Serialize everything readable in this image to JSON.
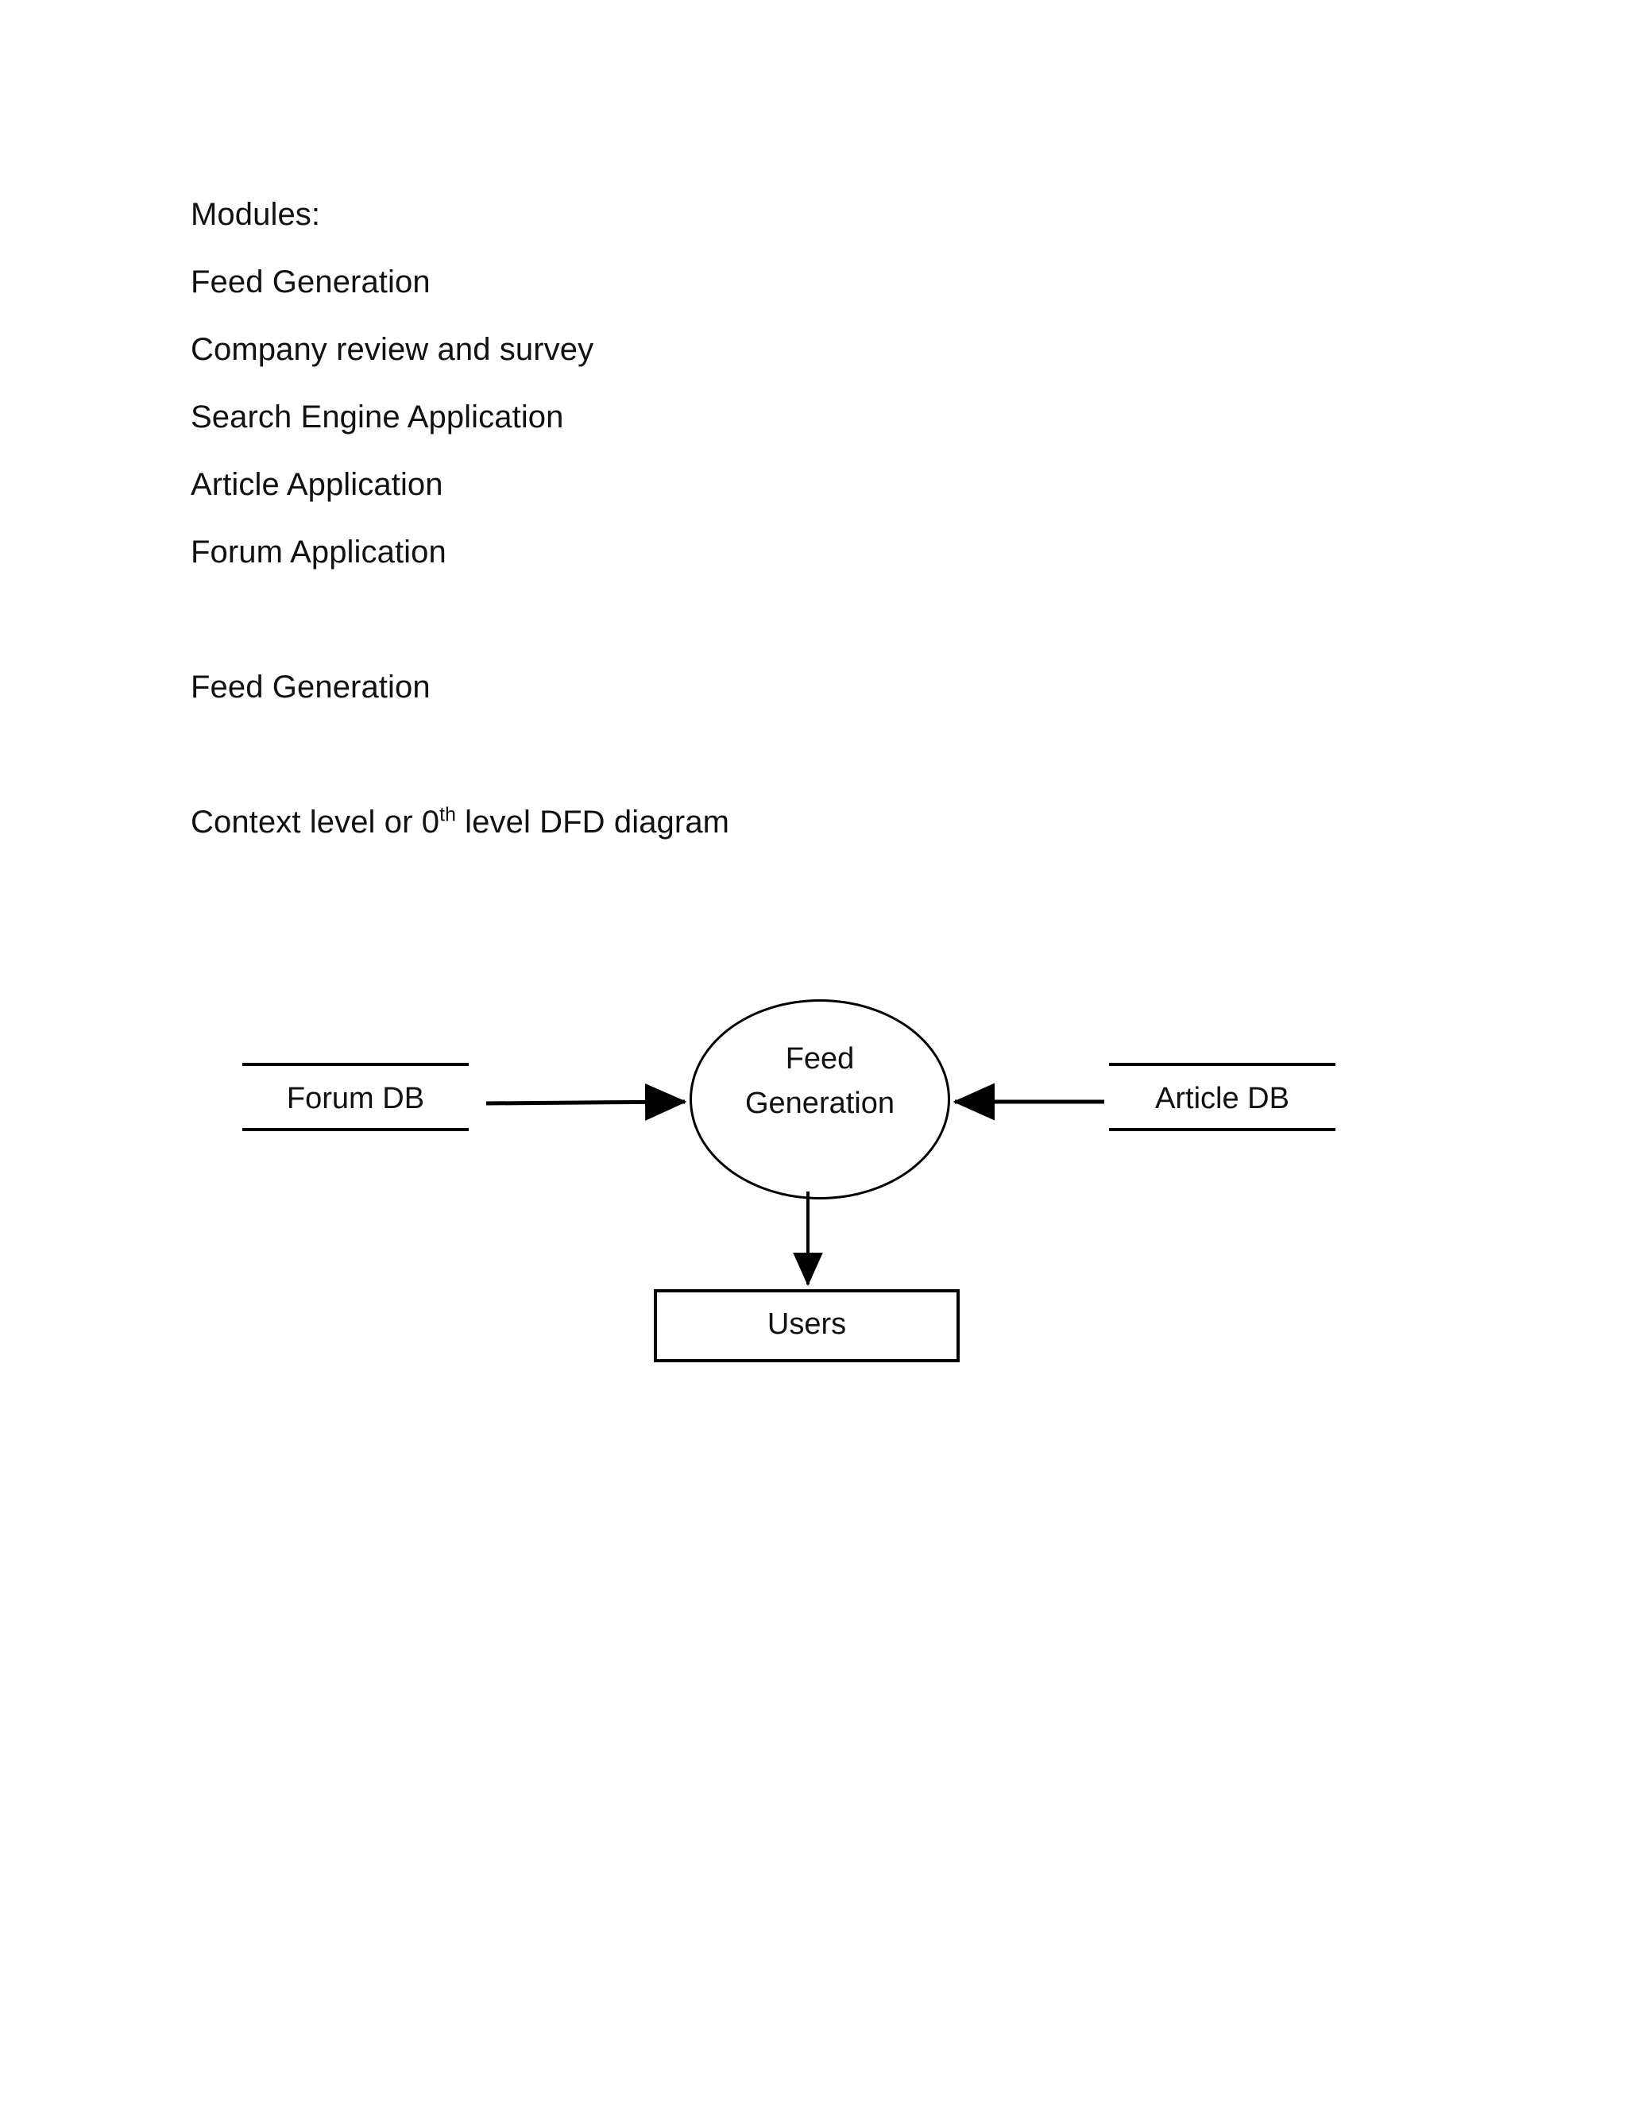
{
  "document": {
    "lines": [
      {
        "text": "Modules:",
        "blank": false
      },
      {
        "text": "Feed Generation",
        "blank": false
      },
      {
        "text": "Company review and survey",
        "blank": false
      },
      {
        "text": "Search Engine Application",
        "blank": false
      },
      {
        "text": "Article Application",
        "blank": false
      },
      {
        "text": "Forum Application",
        "blank": false
      },
      {
        "text": "",
        "blank": true
      },
      {
        "text": "Feed Generation",
        "blank": false
      },
      {
        "text": "",
        "blank": true
      }
    ],
    "dfd_heading": {
      "before": "Context level or 0",
      "superscript": "th",
      "after": " level DFD diagram"
    }
  },
  "diagram": {
    "type": "context-level-dfd",
    "title": "Context level or 0th level DFD diagram",
    "process": {
      "name": "Feed Generation",
      "line1": "Feed",
      "line2": "Generation",
      "shape": "ellipse"
    },
    "data_stores": [
      {
        "name": "Forum DB",
        "position": "left",
        "shape": "open-rectangle"
      },
      {
        "name": "Article DB",
        "position": "right",
        "shape": "open-rectangle"
      }
    ],
    "external_entities": [
      {
        "name": "Users",
        "position": "bottom",
        "shape": "rectangle"
      }
    ],
    "flows": [
      {
        "from": "Forum DB",
        "to": "Feed Generation",
        "direction": "right"
      },
      {
        "from": "Article DB",
        "to": "Feed Generation",
        "direction": "left"
      },
      {
        "from": "Feed Generation",
        "to": "Users",
        "direction": "down"
      }
    ]
  },
  "colors": {
    "page_background": "#ffffff",
    "text": "#111111",
    "stroke": "#000000"
  }
}
